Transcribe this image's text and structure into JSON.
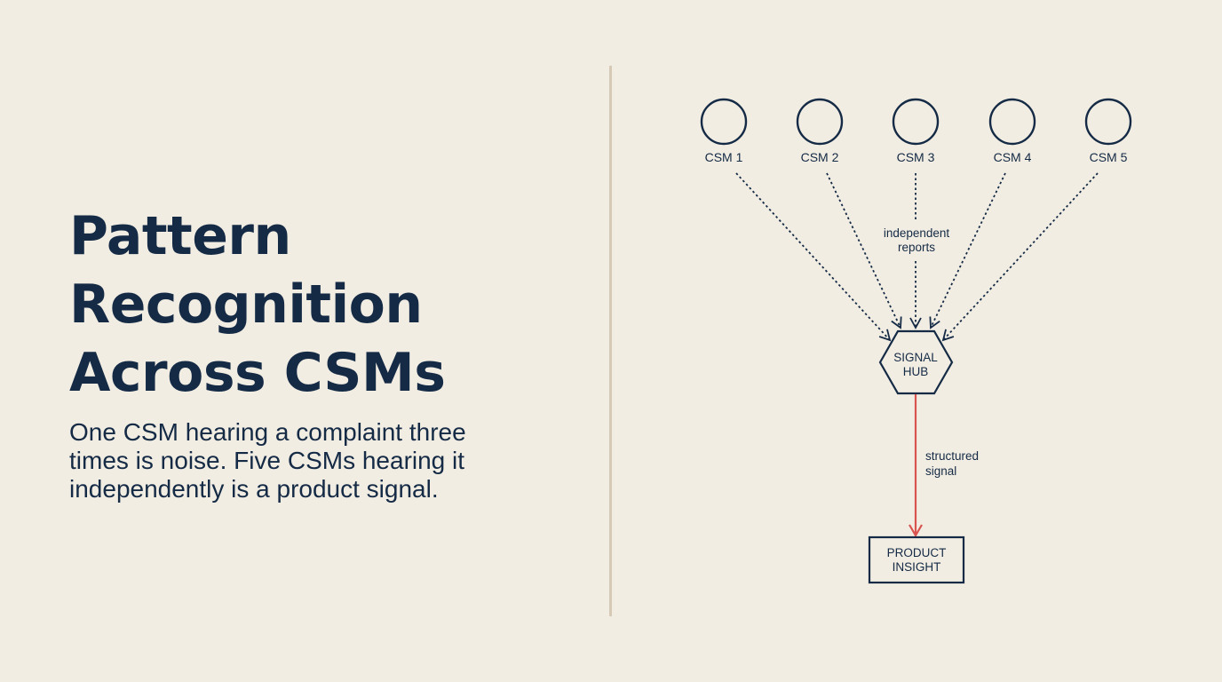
{
  "colors": {
    "background": "#f2ede3",
    "ink": "#142a45",
    "divider": "#d6c9b6",
    "accent": "#d9534f"
  },
  "left": {
    "title_lines": [
      "Pattern",
      "Recognition",
      "Across CSMs"
    ],
    "subtitle_lines": [
      "One CSM hearing a complaint three",
      "times is noise. Five CSMs hearing it",
      "independently is a product signal."
    ]
  },
  "diagram": {
    "sources": [
      {
        "label": "CSM 1"
      },
      {
        "label": "CSM 2"
      },
      {
        "label": "CSM 3"
      },
      {
        "label": "CSM 4"
      },
      {
        "label": "CSM 5"
      }
    ],
    "reports_label": [
      "independent",
      "reports"
    ],
    "hub_label": [
      "SIGNAL",
      "HUB"
    ],
    "output_edge_label": [
      "structured",
      "signal"
    ],
    "output_label": [
      "PRODUCT",
      "INSIGHT"
    ]
  }
}
